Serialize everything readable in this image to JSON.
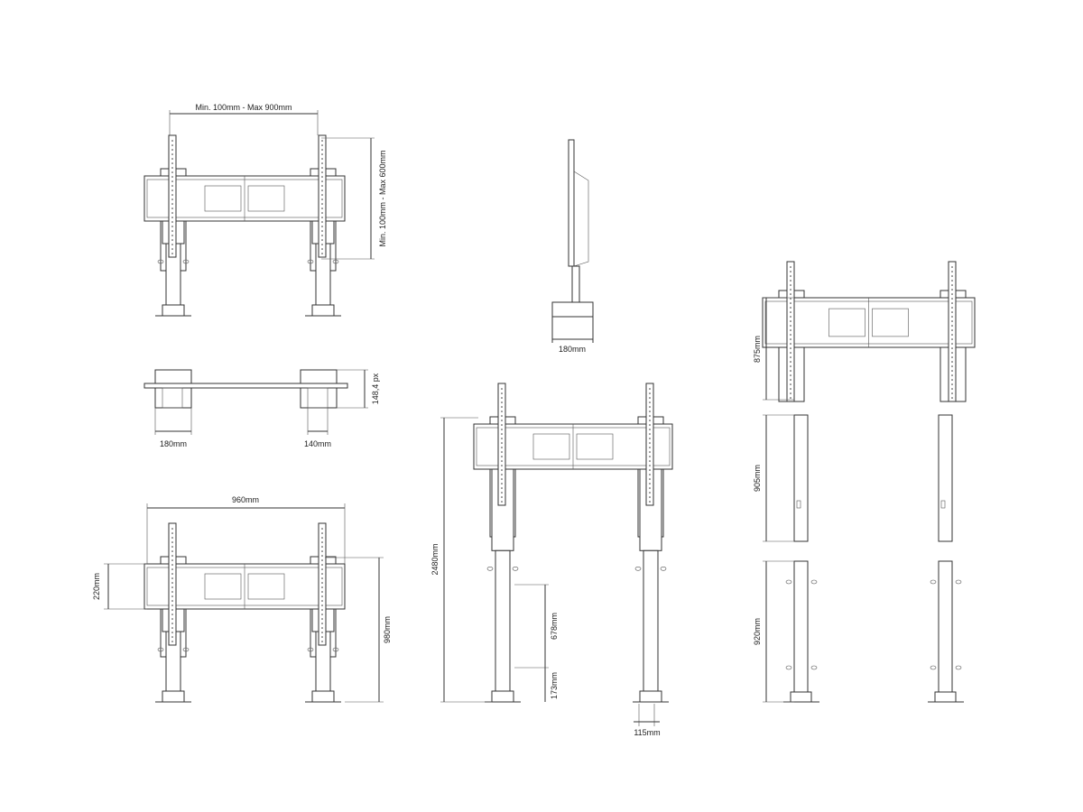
{
  "colors": {
    "line": "#333333",
    "background": "#ffffff"
  },
  "dimensions": {
    "front_width_range": "Min. 100mm - Max 900mm",
    "front_height_range": "Min. 100mm - Max 600mm",
    "side_depth": "180mm",
    "top_height": "148,4 px",
    "top_left_width": "180mm",
    "top_right_width": "140mm",
    "overall_width": "960mm",
    "panel_height": "220mm",
    "overall_height": "980mm",
    "tall_height": "2480mm",
    "segment_678": "678mm",
    "segment_173": "173mm",
    "foot_width": "115mm",
    "part_875": "875mm",
    "part_905": "905mm",
    "part_920": "920mm"
  }
}
